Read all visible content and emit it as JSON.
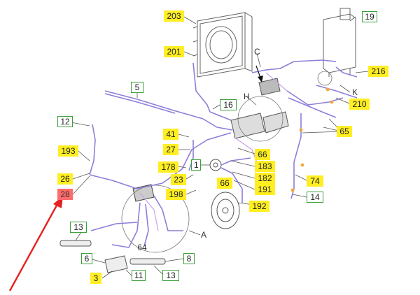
{
  "labels": {
    "l203": "203",
    "l201": "201",
    "l19": "19",
    "l216": "216",
    "lC": "C",
    "l5": "5",
    "lK": "K",
    "lH": "H",
    "l16": "16",
    "l210": "210",
    "l12": "12",
    "l41": "41",
    "l65": "65",
    "l193": "193",
    "l27": "27",
    "l66a": "66",
    "l178": "178",
    "l1": "1",
    "l183": "183",
    "l182": "182",
    "l26": "26",
    "l28": "28",
    "l23": "23",
    "l198": "198",
    "l66b": "66",
    "l74": "74",
    "l191": "191",
    "l14": "14",
    "l192": "192",
    "l13a": "13",
    "lA": "A",
    "l64": "64",
    "l6": "6",
    "l8": "8",
    "l3": "3",
    "l11": "11",
    "l13b": "13"
  },
  "colors": {
    "hose": "#8c7fd9",
    "hose_alt": "#c9a0e6",
    "outline": "#555555",
    "label_yellow": "#ffee22",
    "label_green_border": "#3aa03a",
    "highlight_red": "#ff6b6b",
    "arrow": "#e82020"
  }
}
